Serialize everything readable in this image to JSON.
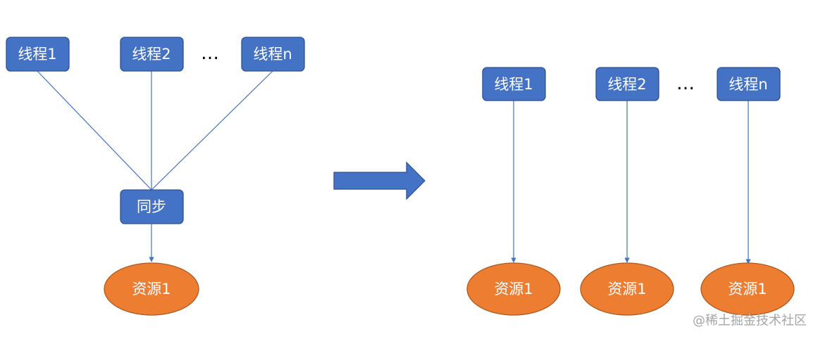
{
  "colors": {
    "thread_fill": "#4472c4",
    "resource_fill": "#ed7d31",
    "edge": "#4472c4",
    "text": "#ffffff"
  },
  "left": {
    "threads": [
      "线程1",
      "线程2",
      "线程n"
    ],
    "ellipsis": "…",
    "sync": "同步",
    "resource": "资源1"
  },
  "right": {
    "threads": [
      "线程1",
      "线程2",
      "线程n"
    ],
    "ellipsis": "…",
    "resources": [
      "资源1",
      "资源1",
      "资源1"
    ]
  },
  "transition_arrow": "right-arrow",
  "watermark": "@稀土掘金技术社区"
}
